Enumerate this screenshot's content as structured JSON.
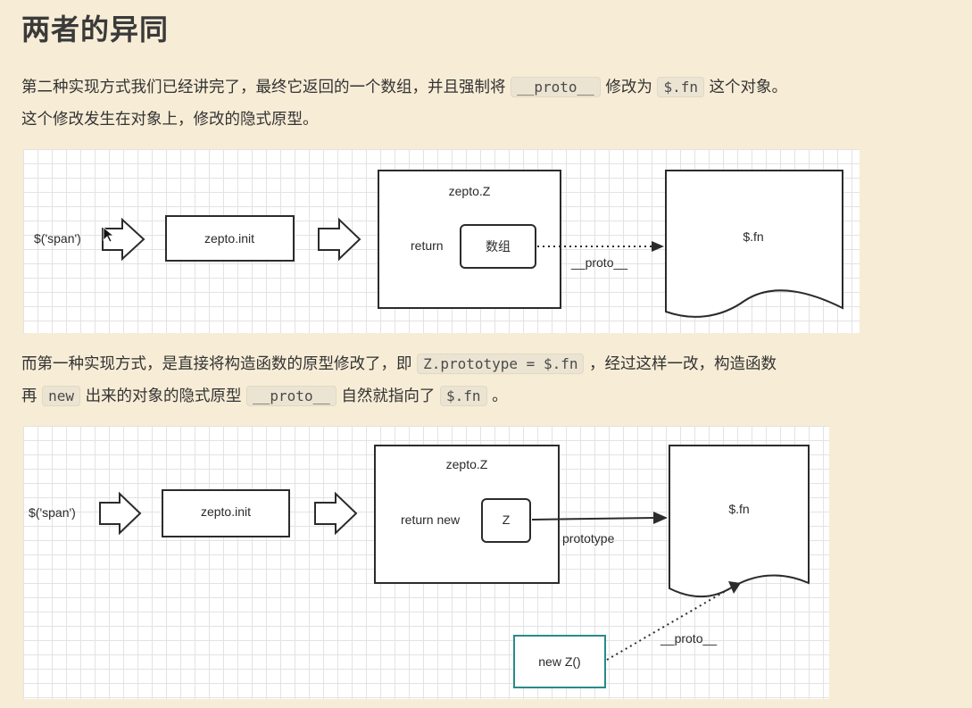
{
  "page": {
    "title": "两者的异同"
  },
  "paragraph1": {
    "line1_a": "第二种实现方式我们已经讲完了，最终它返回的一个数组，并且强制将",
    "code1": "__proto__",
    "line1_b": "修改为",
    "code2": "$.fn",
    "line1_c": "这个对象。",
    "line2": "这个修改发生在对象上，修改的隐式原型。"
  },
  "diagram1": {
    "input_label": "$('span')",
    "init_box": "zepto.init",
    "z_box_title": "zepto.Z",
    "return_label": "return",
    "array_box": "数组",
    "link_label": "__proto__",
    "fn_box": "$.fn"
  },
  "paragraph2": {
    "line1_a": "而第一种实现方式，是直接将构造函数的原型修改了，即",
    "code1": "Z.prototype = $.fn",
    "line1_b": "，经过这样一改，构造函数",
    "line2_a": "再",
    "code2": "new",
    "line2_b": "出来的对象的隐式原型",
    "code3": "__proto__",
    "line2_c": "自然就指向了",
    "code4": "$.fn",
    "line2_d": "。"
  },
  "diagram2": {
    "input_label": "$('span')",
    "init_box": "zepto.init",
    "z_box_title": "zepto.Z",
    "return_label": "return  new",
    "z_inner_box": "Z",
    "link_label": "prototype",
    "fn_box": "$.fn",
    "instance_box": "new Z()",
    "proto_label": "__proto__",
    "instance_border_color": "#2a8a8a"
  }
}
